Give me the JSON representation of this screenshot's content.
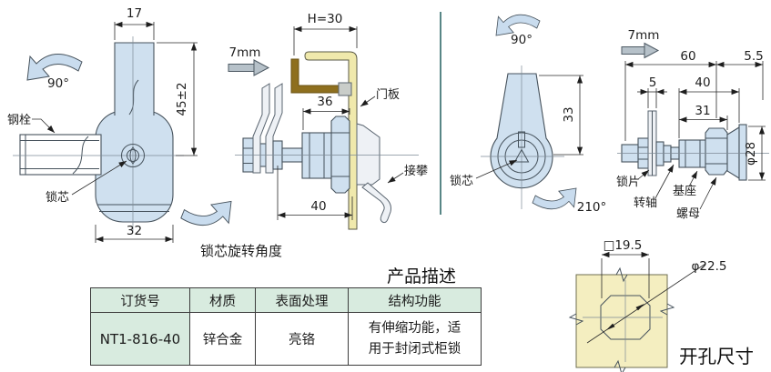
{
  "colors": {
    "part_fill": "#cfe0ef",
    "panel_yellow": "#f0e9ac",
    "bracket_brown": "#8e6f1e",
    "table_green": "#d8ebdf",
    "divider_teal": "#2f6868"
  },
  "left_view": {
    "dim_top": "17",
    "dim_right": "45±2",
    "dim_bottom": "32",
    "angle": "90°",
    "steel_bolt": "钢栓",
    "lock_core": "锁芯",
    "caption": "锁芯旋转角度"
  },
  "middle_view": {
    "dim_h": "H=30",
    "travel": "7mm",
    "dim_36": "36",
    "dim_40": "40",
    "door_panel": "门板",
    "catch": "接攀"
  },
  "front_view": {
    "angle_top": "90°",
    "dim_33": "33",
    "angle_bottom": "210°",
    "lock_core": "锁芯"
  },
  "side_view": {
    "travel": "7mm",
    "dim_60": "60",
    "dim_55": "5.5",
    "dim_5": "5",
    "dim_40": "40",
    "dim_31": "31",
    "dim_dia": "φ28",
    "lock_piece": "锁片",
    "shaft": "转轴",
    "base": "基座",
    "nut": "螺母"
  },
  "cutout": {
    "dim_square": "□19.5",
    "dim_dia": "φ22.5",
    "caption": "开孔尺寸"
  },
  "table": {
    "title": "产品描述",
    "headers": [
      "订货号",
      "材质",
      "表面处理",
      "结构功能"
    ],
    "row": {
      "order_no": "NT1-816-40",
      "material": "锌合金",
      "surface": "亮铬",
      "function": "有伸缩功能，适\n用于封闭式柜锁"
    }
  }
}
